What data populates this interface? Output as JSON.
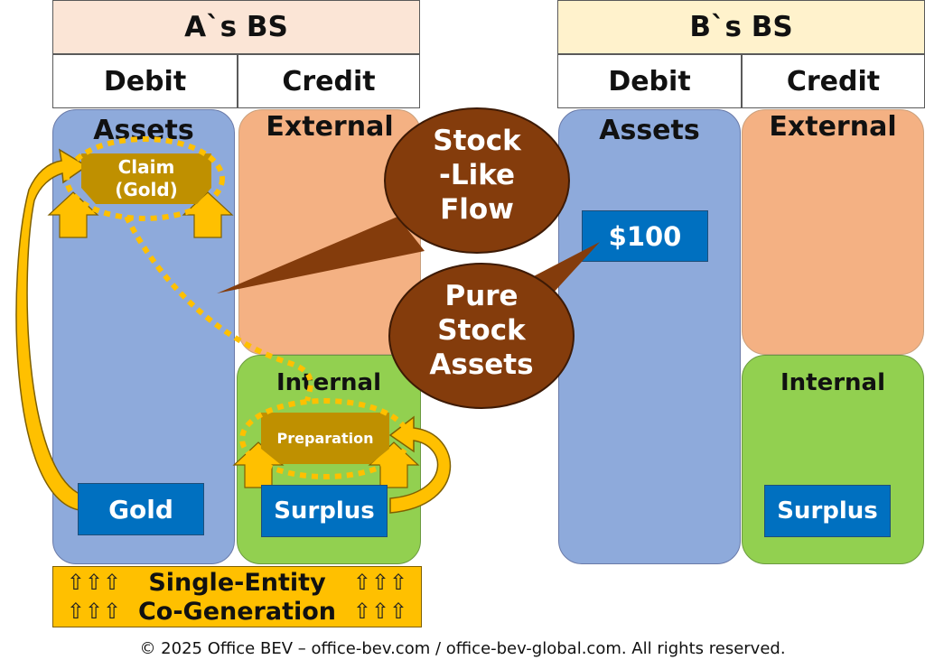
{
  "entity_a": {
    "title": "A`s BS",
    "title_color": "#fbe5d6",
    "debit_label": "Debit",
    "credit_label": "Credit",
    "assets_label": "Assets",
    "external_label": "External",
    "internal_label": "Internal",
    "claim_label": "Claim\n(Gold)",
    "preparation_label": "Preparation",
    "gold_label": "Gold",
    "surplus_label": "Surplus"
  },
  "entity_b": {
    "title": "B`s BS",
    "title_color": "#fff2cc",
    "debit_label": "Debit",
    "credit_label": "Credit",
    "assets_label": "Assets",
    "external_label": "External",
    "internal_label": "Internal",
    "cash_label": "$100",
    "surplus_label": "Surplus"
  },
  "callouts": {
    "stock_like_flow": "Stock\n-Like\nFlow",
    "pure_stock_assets": "Pure\nStock\nAssets",
    "fill_color": "#843c0c"
  },
  "banner": {
    "line1": "Single-Entity",
    "line2": "Co-Generation",
    "arrow_glyphs": "⇧⇧⇧"
  },
  "footer": "© 2025 Office BEV – office-bev.com / office-bev-global.com. All rights reserved.",
  "colors": {
    "assets": "#8eaadb",
    "external": "#f4b183",
    "internal": "#92d050",
    "value_box": "#0070c0",
    "gold_box": "#bf9000",
    "arrow": "#ffc000",
    "dotted": "#ffc000"
  }
}
